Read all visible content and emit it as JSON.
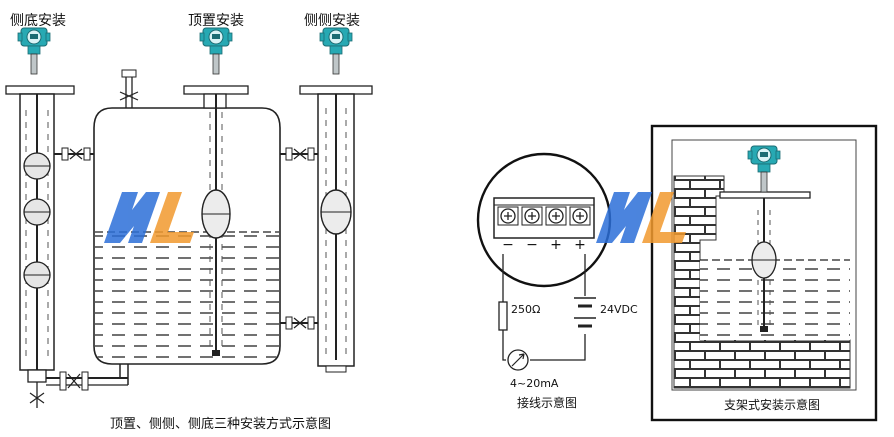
{
  "labels": {
    "side_bottom_install": "侧底安装",
    "top_install": "顶置安装",
    "side_side_install": "侧侧安装",
    "caption_left": "顶置、侧侧、侧底三种安装方式示意图",
    "resistor": "250Ω",
    "supply": "24VDC",
    "current": "4~20mA",
    "caption_wiring": "接线示意图",
    "caption_bracket": "支架式安装示意图"
  },
  "terminals": [
    "−",
    "−",
    "+",
    "+"
  ],
  "watermark_text": "ML",
  "colors": {
    "transmitter_head": "#27a9b3",
    "watermark_blue": "#2c6fd8",
    "watermark_orange": "#f29a2e",
    "line": "#222222",
    "liquid_dash": "#333333"
  }
}
